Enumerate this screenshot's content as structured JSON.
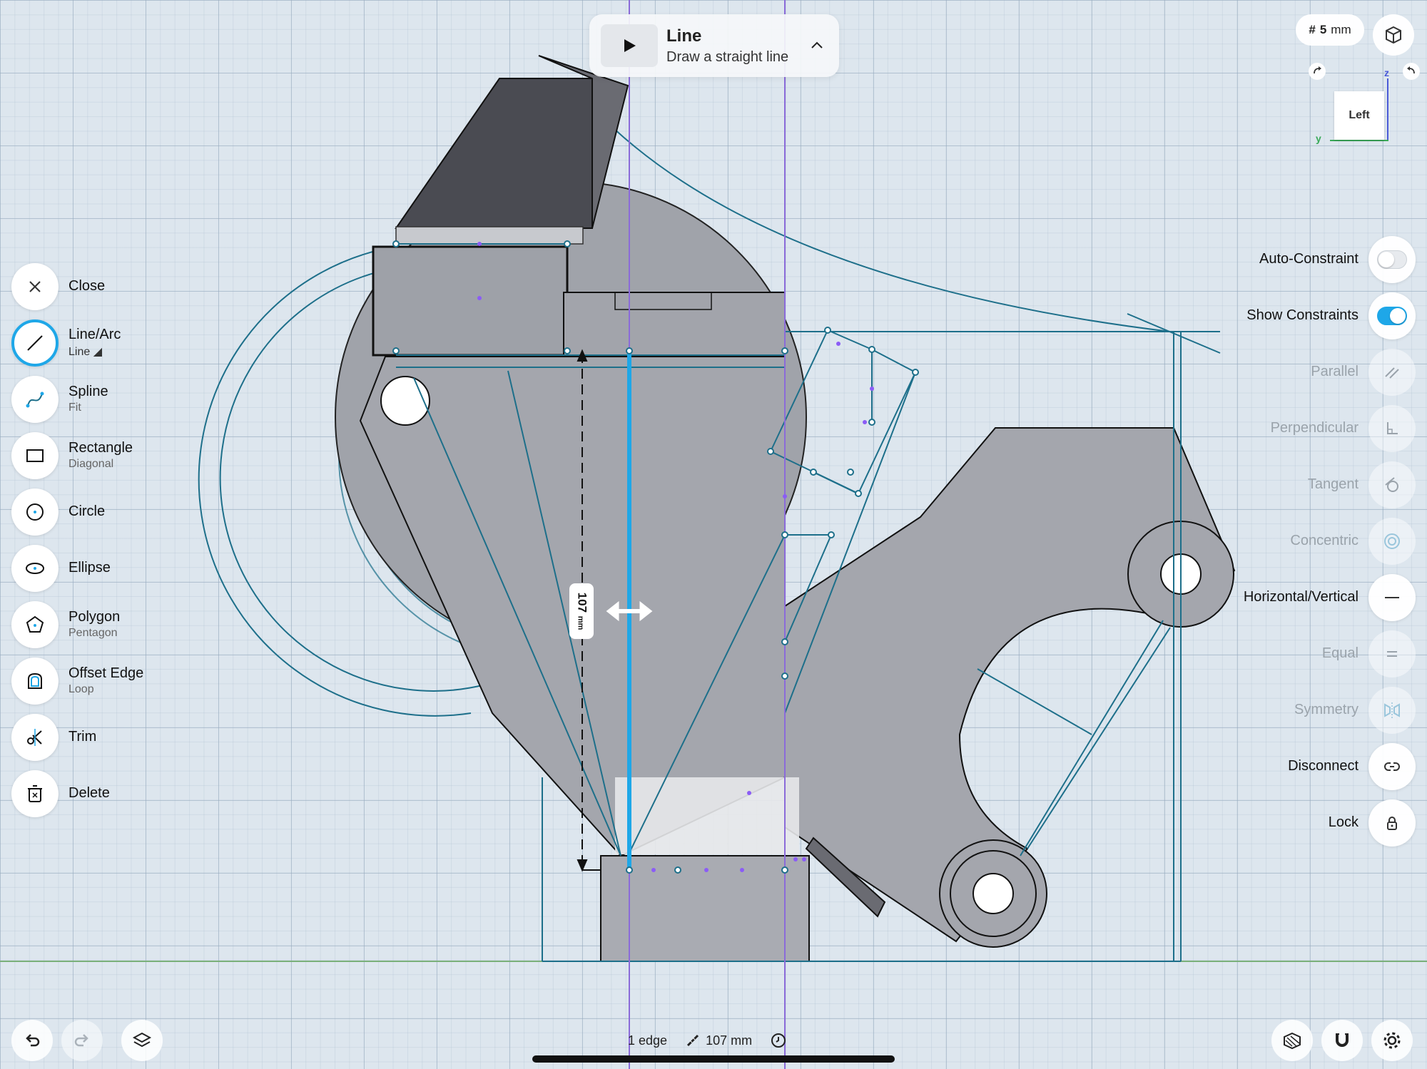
{
  "tool_header": {
    "title": "Line",
    "subtitle": "Draw a straight line"
  },
  "left_tools": [
    {
      "label": "Close",
      "sub": "",
      "icon": "close-icon"
    },
    {
      "label": "Line/Arc",
      "sub": "Line",
      "icon": "line-icon",
      "active": true
    },
    {
      "label": "Spline",
      "sub": "Fit",
      "icon": "spline-icon"
    },
    {
      "label": "Rectangle",
      "sub": "Diagonal",
      "icon": "rectangle-icon"
    },
    {
      "label": "Circle",
      "sub": "",
      "icon": "circle-icon"
    },
    {
      "label": "Ellipse",
      "sub": "",
      "icon": "ellipse-icon"
    },
    {
      "label": "Polygon",
      "sub": "Pentagon",
      "icon": "polygon-icon"
    },
    {
      "label": "Offset Edge",
      "sub": "Loop",
      "icon": "offset-edge-icon"
    },
    {
      "label": "Trim",
      "sub": "",
      "icon": "trim-icon"
    },
    {
      "label": "Delete",
      "sub": "",
      "icon": "delete-icon"
    }
  ],
  "constraints": [
    {
      "label": "Auto-Constraint",
      "type": "toggle",
      "on": false
    },
    {
      "label": "Show Constraints",
      "type": "toggle",
      "on": true
    },
    {
      "label": "Parallel",
      "type": "button",
      "enabled": false,
      "icon": "parallel-icon"
    },
    {
      "label": "Perpendicular",
      "type": "button",
      "enabled": false,
      "icon": "perpendicular-icon"
    },
    {
      "label": "Tangent",
      "type": "button",
      "enabled": false,
      "icon": "tangent-icon"
    },
    {
      "label": "Concentric",
      "type": "button",
      "enabled": false,
      "icon": "concentric-icon"
    },
    {
      "label": "Horizontal/Vertical",
      "type": "button",
      "enabled": true,
      "icon": "horizontal-vertical-icon"
    },
    {
      "label": "Equal",
      "type": "button",
      "enabled": false,
      "icon": "equal-icon"
    },
    {
      "label": "Symmetry",
      "type": "button",
      "enabled": false,
      "icon": "symmetry-icon"
    },
    {
      "label": "Disconnect",
      "type": "button",
      "enabled": true,
      "icon": "disconnect-icon"
    },
    {
      "label": "Lock",
      "type": "button",
      "enabled": true,
      "icon": "lock-icon"
    }
  ],
  "grid": {
    "symbol": "#",
    "value": "5",
    "unit": "mm"
  },
  "viewcube": {
    "face": "Left",
    "axis_z": "z",
    "axis_y": "y"
  },
  "dimension": {
    "value": "107",
    "unit": "mm"
  },
  "status": {
    "selection": "1 edge",
    "measurement": "107 mm"
  },
  "colors": {
    "accent": "#1ea7e8",
    "sketch": "#1d6f8a",
    "constraint_point": "#8b5cf6",
    "body": "#a4a6ad"
  }
}
